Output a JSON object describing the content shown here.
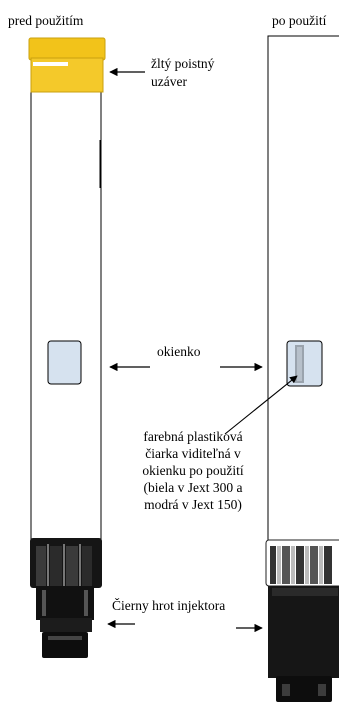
{
  "left_title": "pred použitím",
  "right_title": "po použití",
  "callouts": {
    "cap_line1": "žltý poistný",
    "cap_line2": "uzáver",
    "window": "okienko",
    "stripe_line1": "farebná plastiková",
    "stripe_line2": "čiarka viditeľná v",
    "stripe_line3": "okienku po použití",
    "stripe_line4": "(biela v Jext 300 a",
    "stripe_line5": "modrá v Jext 150)",
    "tip": "Čierny hrot injektora"
  },
  "colors": {
    "cap_yellow": "#f2c31a",
    "window_fill": "#d6e2ef",
    "stripe_fill": "#9aa3ad",
    "tip_black": "#151515",
    "outline": "#000000"
  }
}
